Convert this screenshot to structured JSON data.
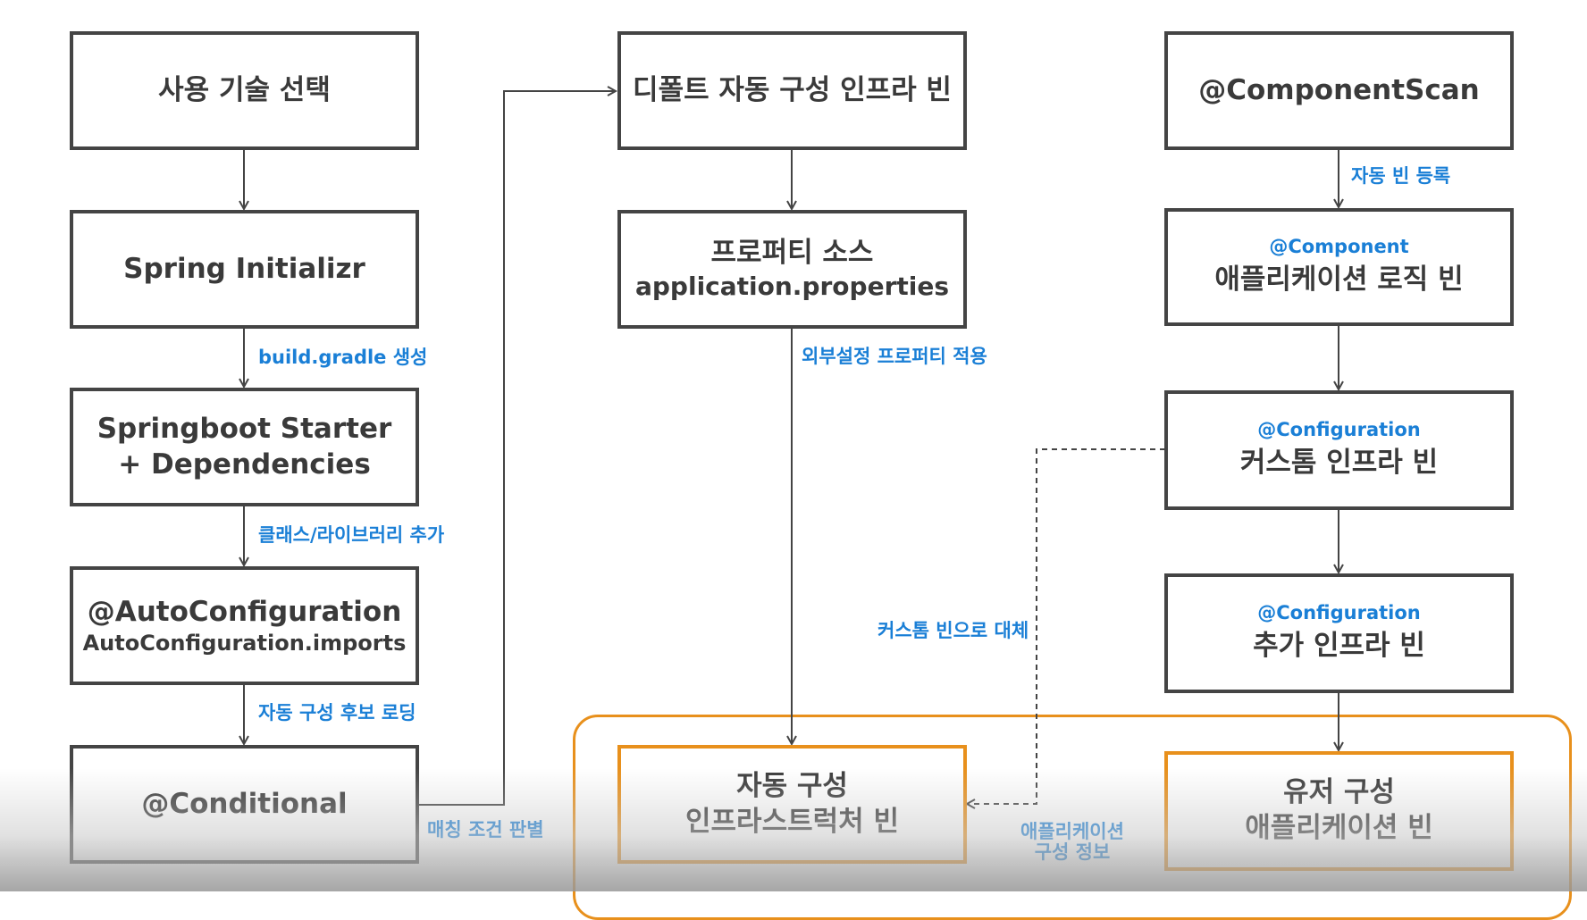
{
  "colors": {
    "box_border": "#444444",
    "highlight_border": "#e8901c",
    "label_text": "#1a7fd6",
    "box_text": "#3a3a3a"
  },
  "left_column": {
    "tech_select": "사용 기술 선택",
    "initializr": "Spring Initializr",
    "starter_line1": "Springboot Starter",
    "starter_line2": "+ Dependencies",
    "autoconfig_main": "@AutoConfiguration",
    "autoconfig_sub": "AutoConfiguration.imports",
    "conditional": "@Conditional"
  },
  "middle_column": {
    "default_infra": "디폴트 자동 구성 인프라 빈",
    "property_main": "프로퍼티 소스",
    "property_sub": "application.properties",
    "auto_infra_line1": "자동 구성",
    "auto_infra_line2": "인프라스트럭처 빈"
  },
  "right_column": {
    "component_scan": "@ComponentScan",
    "component_tag": "@Component",
    "app_logic": "애플리케이션 로직 빈",
    "config_tag_1": "@Configuration",
    "custom_infra": "커스톰 인프라 빈",
    "config_tag_2": "@Configuration",
    "extra_infra": "추가 인프라 빈",
    "user_config_line1": "유저 구성",
    "user_config_line2": "애플리케이션 빈"
  },
  "edge_labels": {
    "build_gradle": "build.gradle 생성",
    "add_libraries": "클래스/라이브러리 추가",
    "load_candidates": "자동 구성 후보 로딩",
    "match_condition": "매칭 조건 판별",
    "external_props": "외부설정 프로퍼티 적용",
    "auto_register": "자동 빈 등록",
    "replace_custom": "커스톰 빈으로 대체",
    "app_config_line1": "애플리케이션",
    "app_config_line2": "구성 정보"
  }
}
